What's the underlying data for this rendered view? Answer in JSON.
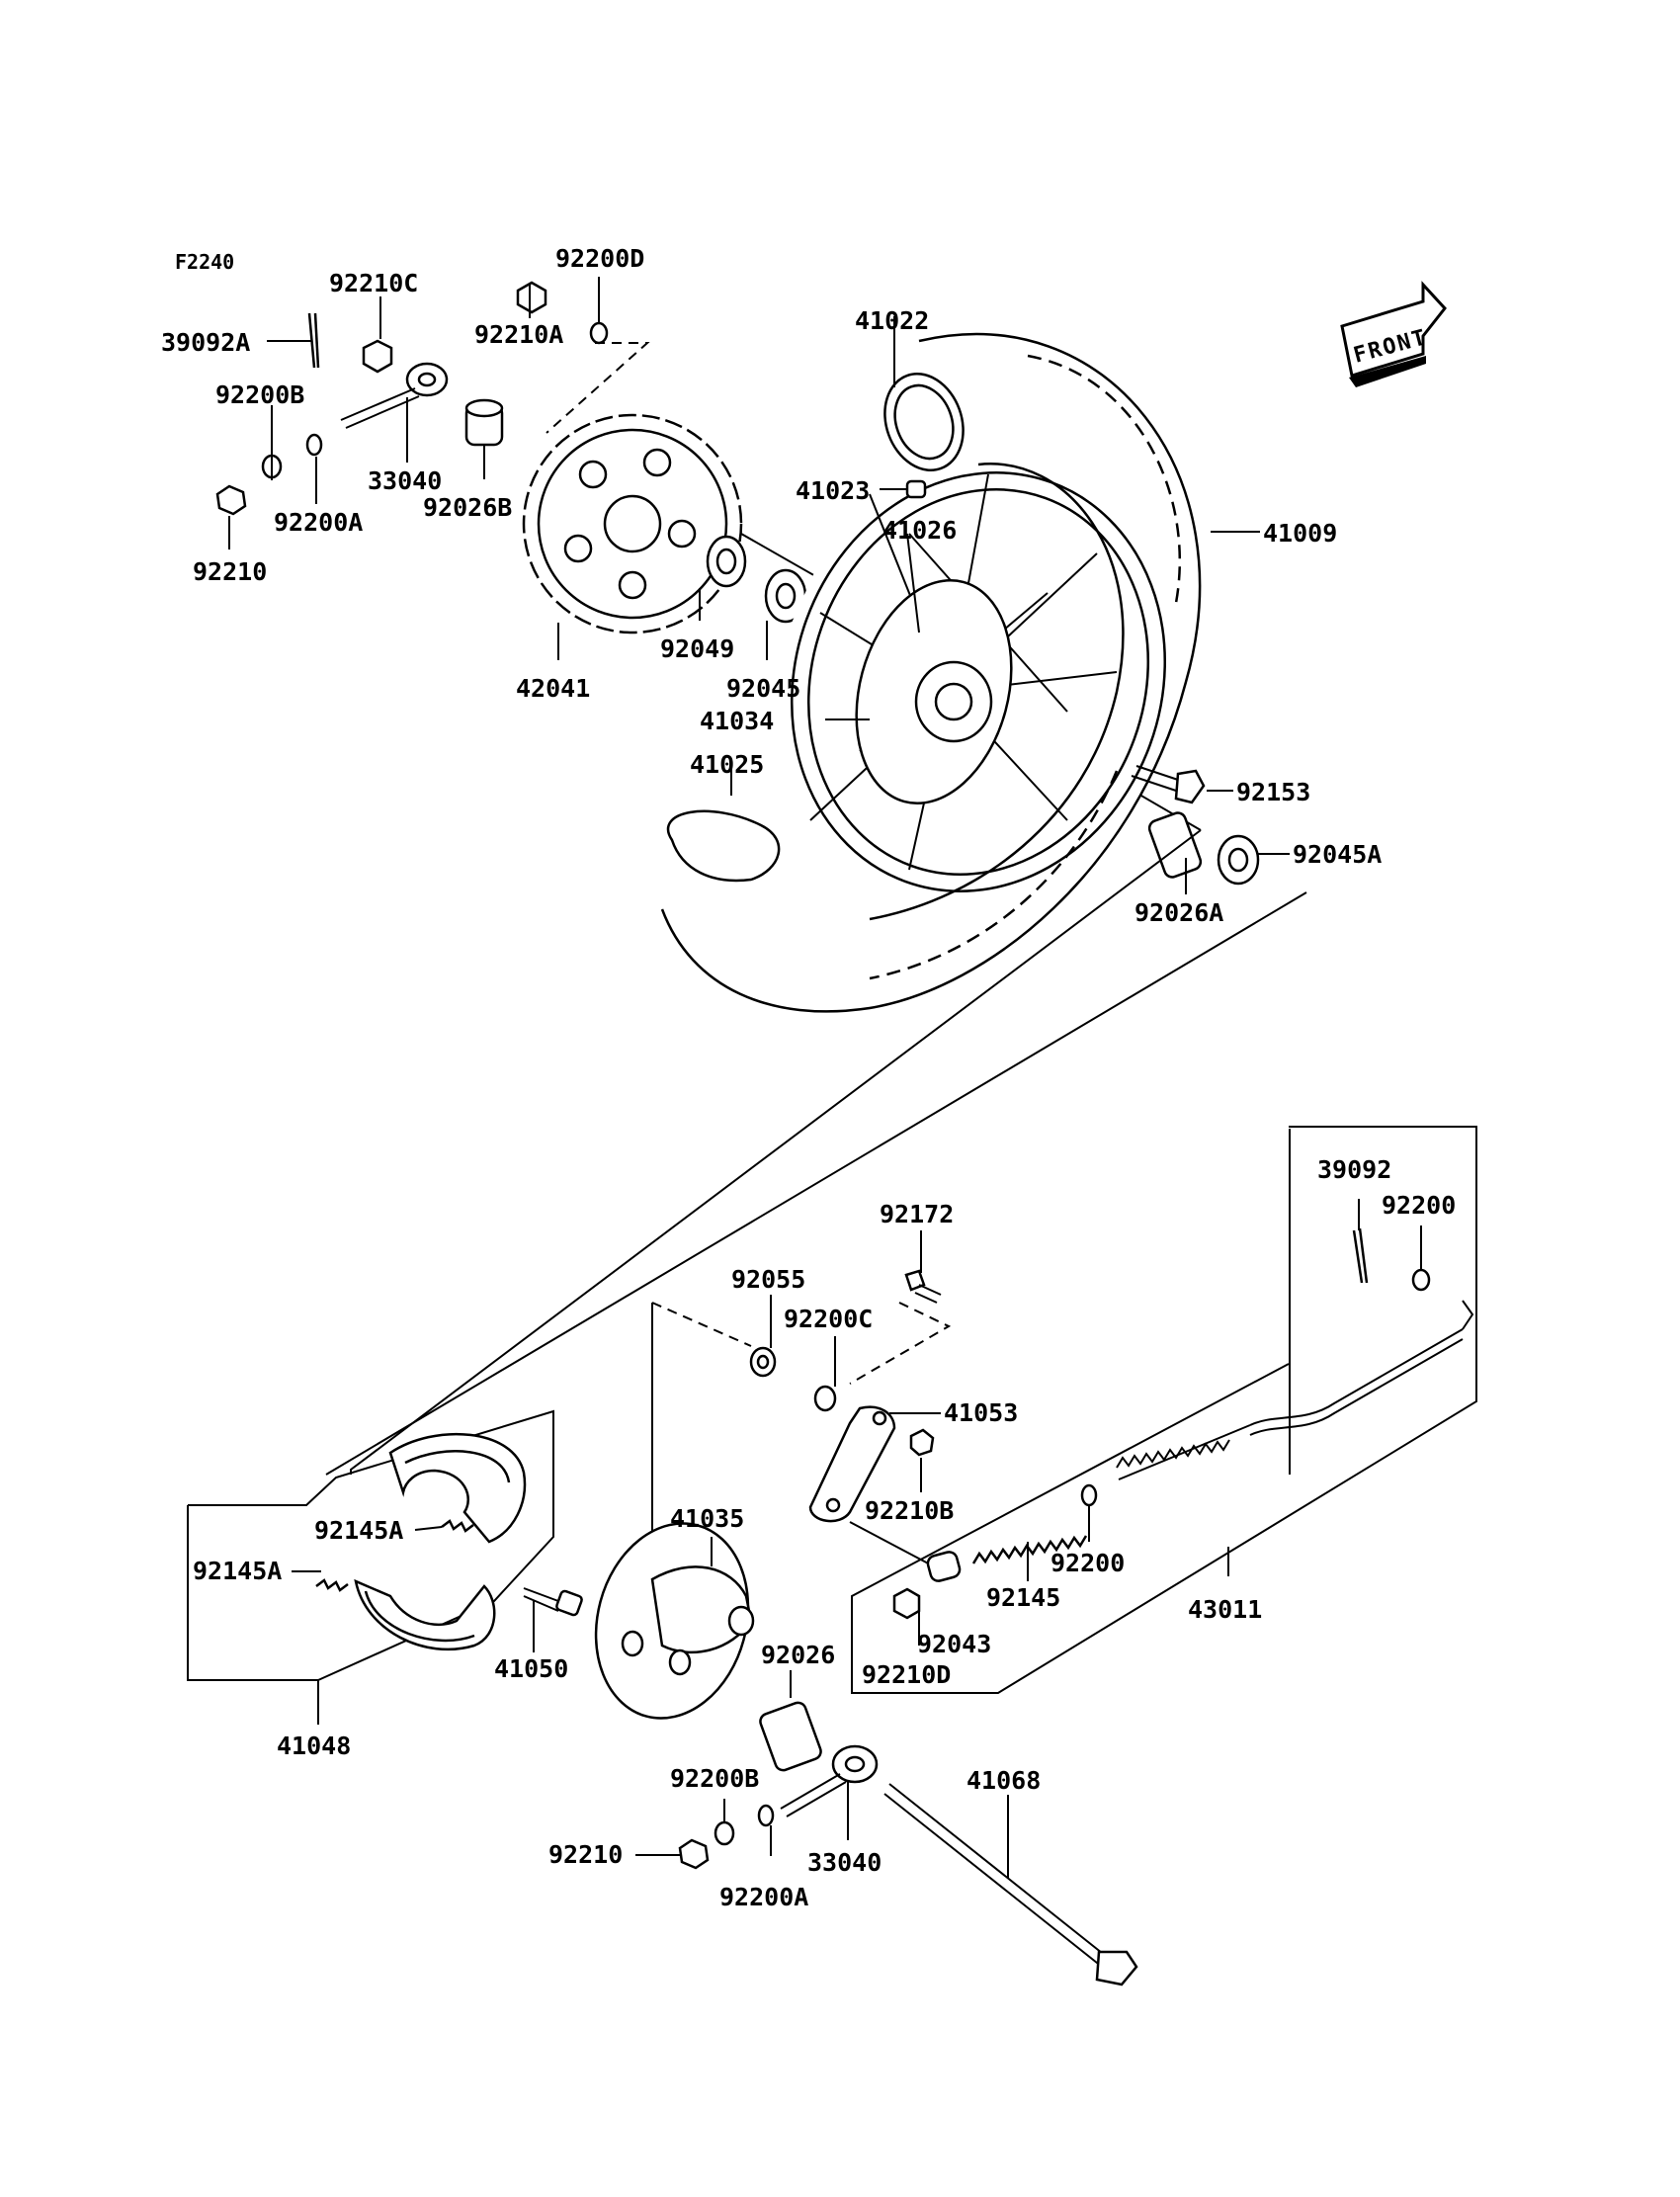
{
  "figure_code": "F2240",
  "front_badge": "FRONT",
  "callouts": {
    "p92200D": "92200D",
    "p92210C": "92210C",
    "p39092A": "39092A",
    "p92210A": "92210A",
    "p92200B_top": "92200B",
    "p33040_top": "33040",
    "p92026B": "92026B",
    "p92200A_top": "92200A",
    "p92210_top": "92210",
    "p42041": "42041",
    "p92049": "92049",
    "p92045": "92045",
    "p41022": "41022",
    "p41023": "41023",
    "p41026": "41026",
    "p41009": "41009",
    "p41034": "41034",
    "p41025": "41025",
    "p92153": "92153",
    "p92045A": "92045A",
    "p92026A": "92026A",
    "p39092": "39092",
    "p92200_r": "92200",
    "p92172": "92172",
    "p92055": "92055",
    "p92200C": "92200C",
    "p41053": "41053",
    "p92210B": "92210B",
    "p92200_m": "92200",
    "p92145": "92145",
    "p43011": "43011",
    "p92043": "92043",
    "p92210D": "92210D",
    "p92145A_1": "92145A",
    "p92145A_2": "92145A",
    "p41035": "41035",
    "p41050": "41050",
    "p41048": "41048",
    "p92026": "92026",
    "p92200B_bot": "92200B",
    "p92210_bot": "92210",
    "p92200A_bot": "92200A",
    "p33040_bot": "33040",
    "p41068": "41068"
  }
}
